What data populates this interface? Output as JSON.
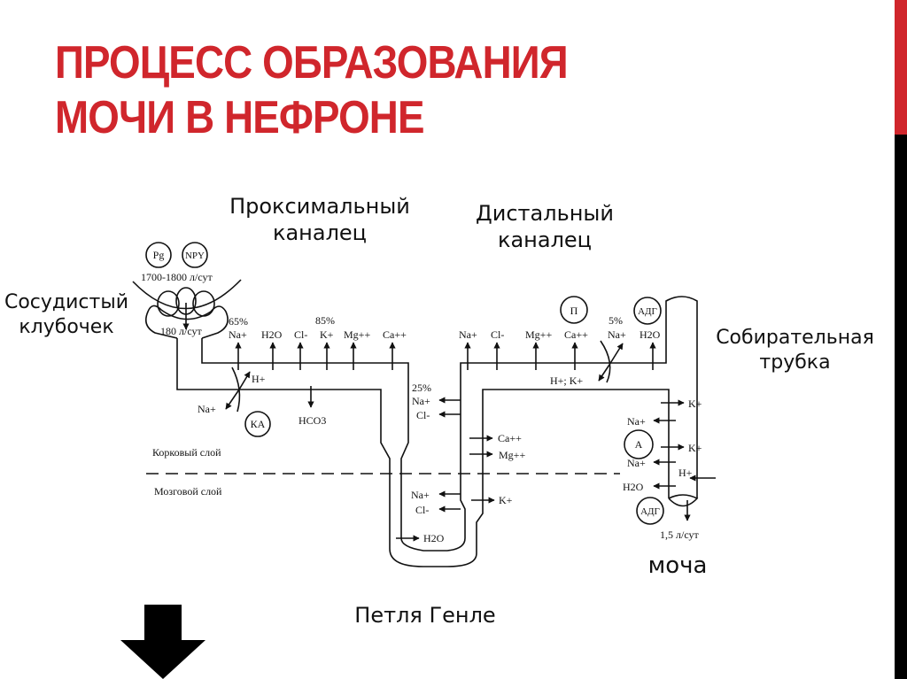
{
  "slide": {
    "title_lines": [
      "ПРОЦЕСС ОБРАЗОВАНИЯ",
      "МОЧИ В НЕФРОНЕ"
    ],
    "colors": {
      "accent": "#d0262c",
      "edge_dark": "#000000",
      "text": "#111111"
    }
  },
  "labels": {
    "proximal": [
      "Проксимальный",
      "каналец"
    ],
    "distal": [
      "Дистальный",
      "каналец"
    ],
    "glomerulus": [
      "Сосудистый",
      "клубочек"
    ],
    "collecting": [
      "Собирательная",
      "трубка"
    ],
    "urine": "моча",
    "loop": "Петля Генле"
  },
  "diagram": {
    "hormones": {
      "pg": "Pg",
      "npy": "NPY",
      "ka": "КА",
      "p": "П",
      "adh_top": "АДГ",
      "a": "А",
      "adh_bottom": "АДГ"
    },
    "flows": {
      "plasma": "1700-1800 л/сут",
      "filtrate": "180 л/сут",
      "urine": "1,5 л/сут"
    },
    "zones": {
      "cortex": "Корковый слой",
      "medulla": "Мозговой слой"
    },
    "proximal_tubule": {
      "pct_na": "65%",
      "pct_k": "85%",
      "reabsorbed": [
        "Na+",
        "H2O",
        "Cl-",
        "K+",
        "Mg++",
        "Ca++"
      ],
      "exchange_in": "H+",
      "exchange_out": "Na+",
      "secreted": "HCO3"
    },
    "loop_thick_ascending": {
      "pct": "25%",
      "out": [
        "Na+",
        "Cl-"
      ],
      "out_lower": [
        "Na+",
        "Cl-"
      ],
      "in_upper": [
        "Ca++",
        "Mg++"
      ],
      "in_lower": "K+",
      "descending": "H2O"
    },
    "distal_tubule": {
      "reabsorbed": [
        "Na+",
        "Cl-",
        "Mg++",
        "Ca++"
      ],
      "pct_na": "5%",
      "exchange_na": "Na+",
      "h2o": "H2O",
      "secreted": "H+; K+"
    },
    "collecting_duct": {
      "k1": "K+",
      "na1": "Na+",
      "k2": "K+",
      "na2": "Na+",
      "h": "H+",
      "h2o": "H2O"
    }
  }
}
